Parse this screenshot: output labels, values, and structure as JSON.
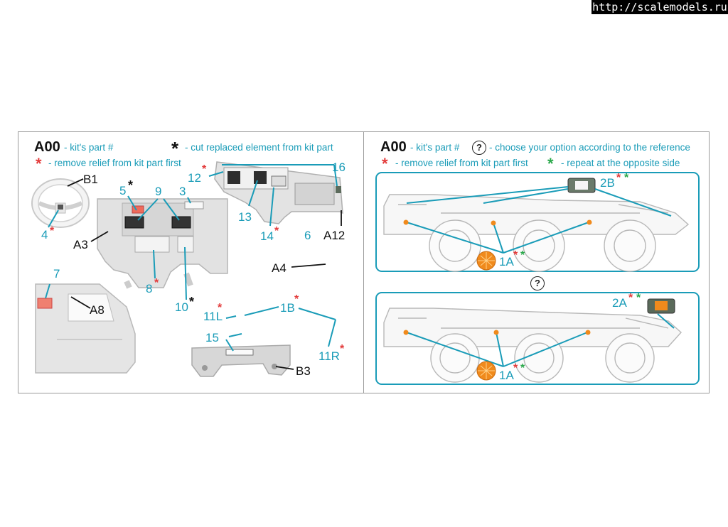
{
  "watermark": "http://scalemodels.ru",
  "left": {
    "code": "A00",
    "kits_part": "- kit's part #",
    "cut_text": "- cut replaced element from kit part",
    "remove_text": "- remove relief from kit part first",
    "labels": {
      "b1": "B1",
      "a3": "A3",
      "a8": "A8",
      "a4": "A4",
      "a12": "A12",
      "b3": "B3",
      "n4": "4",
      "n5": "5",
      "n9": "9",
      "n3": "3",
      "n12": "12",
      "n16": "16",
      "n13": "13",
      "n14": "14",
      "n6": "6",
      "n8": "8",
      "n10": "10",
      "n7": "7",
      "n11l": "11L",
      "n1b": "1B",
      "n15": "15",
      "n11r": "11R"
    }
  },
  "right": {
    "code": "A00",
    "kits_part": "- kit's part #",
    "choose_text": "- choose your option according to the reference",
    "remove_text": "- remove relief from kit part first",
    "repeat_text": "- repeat at the opposite side",
    "question": "?",
    "labels": {
      "top_part": "2B",
      "top_light": "1A",
      "bottom_part": "2A",
      "bottom_light": "1A"
    }
  },
  "colors": {
    "cyan": "#1a9cb8",
    "red": "#e33b3b",
    "green": "#2aa84a",
    "orange": "#f08a1c"
  }
}
